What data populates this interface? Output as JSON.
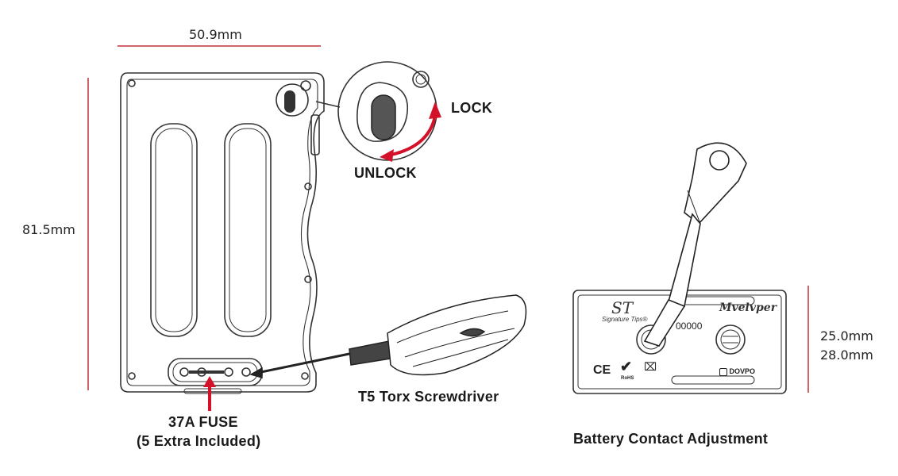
{
  "dimensions": {
    "width": "50.9mm",
    "height": "81.5mm",
    "depth_a": "25.0mm",
    "depth_b": "28.0mm"
  },
  "callouts": {
    "lock": "LOCK",
    "unlock": "UNLOCK",
    "fuse_line1": "37A FUSE",
    "fuse_line2": "(5 Extra Included)",
    "screwdriver": "T5 Torx Screwdriver",
    "battery_contact": "Battery Contact Adjustment"
  },
  "device_markings": {
    "serial": "00000",
    "signature_logo": "ST",
    "signature_text": "Signature Tips",
    "signature_mark": "®",
    "ce": "CE",
    "rohs": "RoHS",
    "dovpo": "DOVPO",
    "script_logo": "Mvelvper"
  },
  "colors": {
    "accent": "#d3122a",
    "dim_line": "#c0303a",
    "outline": "#333333"
  }
}
